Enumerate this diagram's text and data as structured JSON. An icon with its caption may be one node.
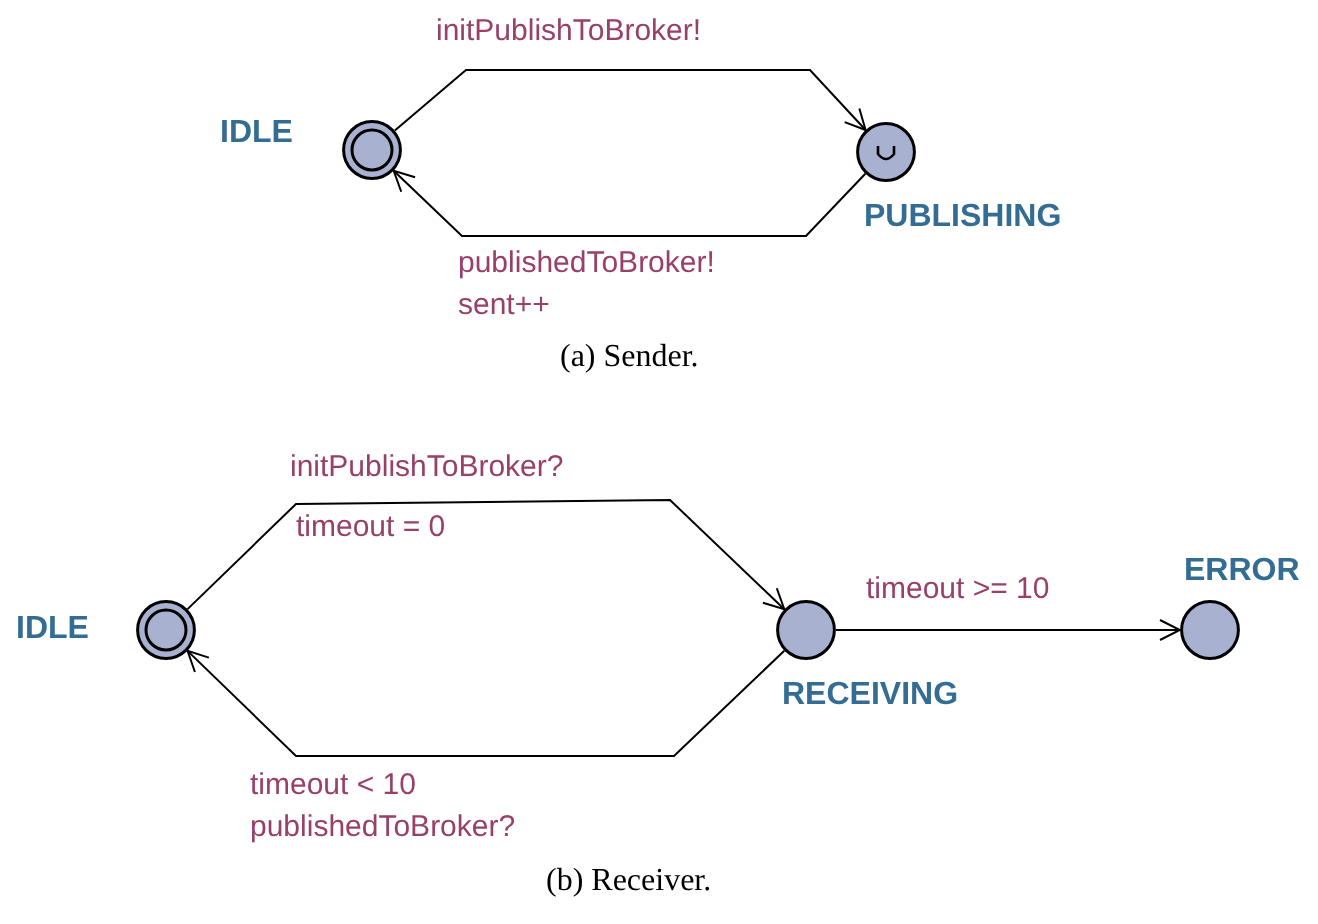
{
  "diagram": {
    "nodes": [
      {
        "text": [
          "IDLE"
        ]
      },
      {
        "text": [
          "PUBLISHING"
        ]
      },
      {
        "text": [
          "IDLE"
        ]
      },
      {
        "text": [
          "RECEIVING"
        ]
      },
      {
        "text": [
          "ERROR"
        ]
      }
    ],
    "edges": [
      {
        "from": 0,
        "to": 1,
        "arrow": "to",
        "label": "initPublishToBroker!"
      },
      {
        "from": 1,
        "to": 0,
        "arrow": "to",
        "label": "publishedToBroker! sent++"
      },
      {
        "from": 2,
        "to": 3,
        "arrow": "to",
        "label": "initPublishToBroker?"
      },
      {
        "from": 3,
        "to": 2,
        "arrow": "to",
        "label": "timeout < 10 publishedToBroker?"
      },
      {
        "from": 3,
        "to": 4,
        "arrow": "to",
        "label": "timeout >= 10"
      }
    ],
    "labels": [
      "(a) Sender.",
      "timeout = 0",
      "(b) Receiver."
    ]
  }
}
